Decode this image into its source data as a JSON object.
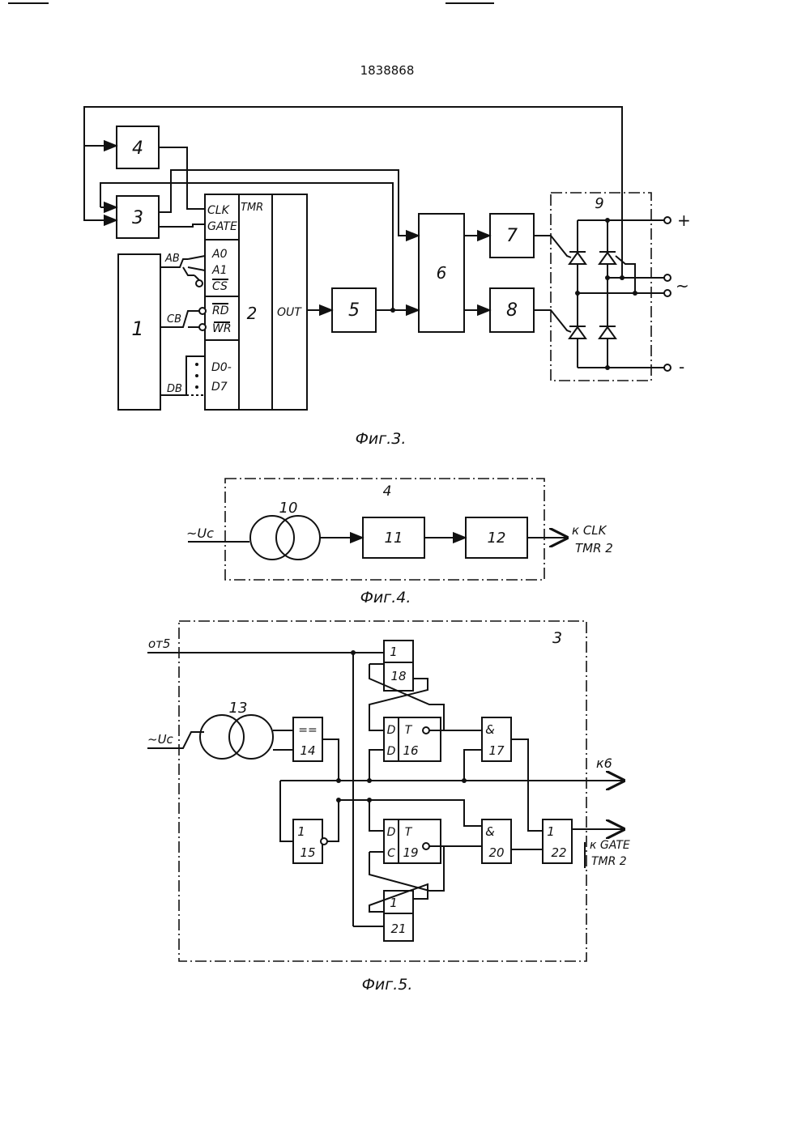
{
  "patent_number": "1838868",
  "fig3": {
    "caption": "Фиг.3.",
    "block1": "1",
    "block2": "2",
    "block3": "3",
    "block4": "4",
    "block5": "5",
    "block6": "6",
    "block7": "7",
    "block8": "8",
    "block9": "9",
    "pin_clk": "CLK",
    "pin_gate": "GATE",
    "pin_tmr": "TMR",
    "pin_a0": "A0",
    "pin_a1": "A1",
    "pin_cs": "CS",
    "pin_rd": "RD",
    "pin_wr": "WR",
    "pin_d0": "D0-",
    "pin_d7": "D7",
    "pin_out": "OUT",
    "bus_ab": "AB",
    "bus_cb": "CB",
    "bus_db": "DB",
    "term_plus": "+",
    "term_ac": "~",
    "term_minus": "-"
  },
  "fig4": {
    "caption": "Фиг.4.",
    "frame_label": "4",
    "input": "~Uc",
    "block10": "10",
    "block11": "11",
    "block12": "12",
    "output_line1": "к CLK",
    "output_line2": "TMR 2"
  },
  "fig5": {
    "caption": "Фиг.5.",
    "frame_label": "3",
    "input_from5": "от5",
    "input_uc": "~Uc",
    "block13": "13",
    "block14_sym": "==",
    "block14": "14",
    "block15_sym": "1",
    "block15": "15",
    "block16_d": "D",
    "block16_t": "T",
    "block16_c": "D",
    "block16": "16",
    "block17_sym": "&",
    "block17": "17",
    "block18_sym": "1",
    "block18": "18",
    "block19_d": "D",
    "block19_t": "T",
    "block19_c": "C",
    "block19": "19",
    "block20_sym": "&",
    "block20": "20",
    "block21_sym": "1",
    "block21": "21",
    "block22_sym": "1",
    "block22": "22",
    "output_k6": "к6",
    "output_gate_line1": "к GATE",
    "output_gate_line2": "TMR 2"
  }
}
